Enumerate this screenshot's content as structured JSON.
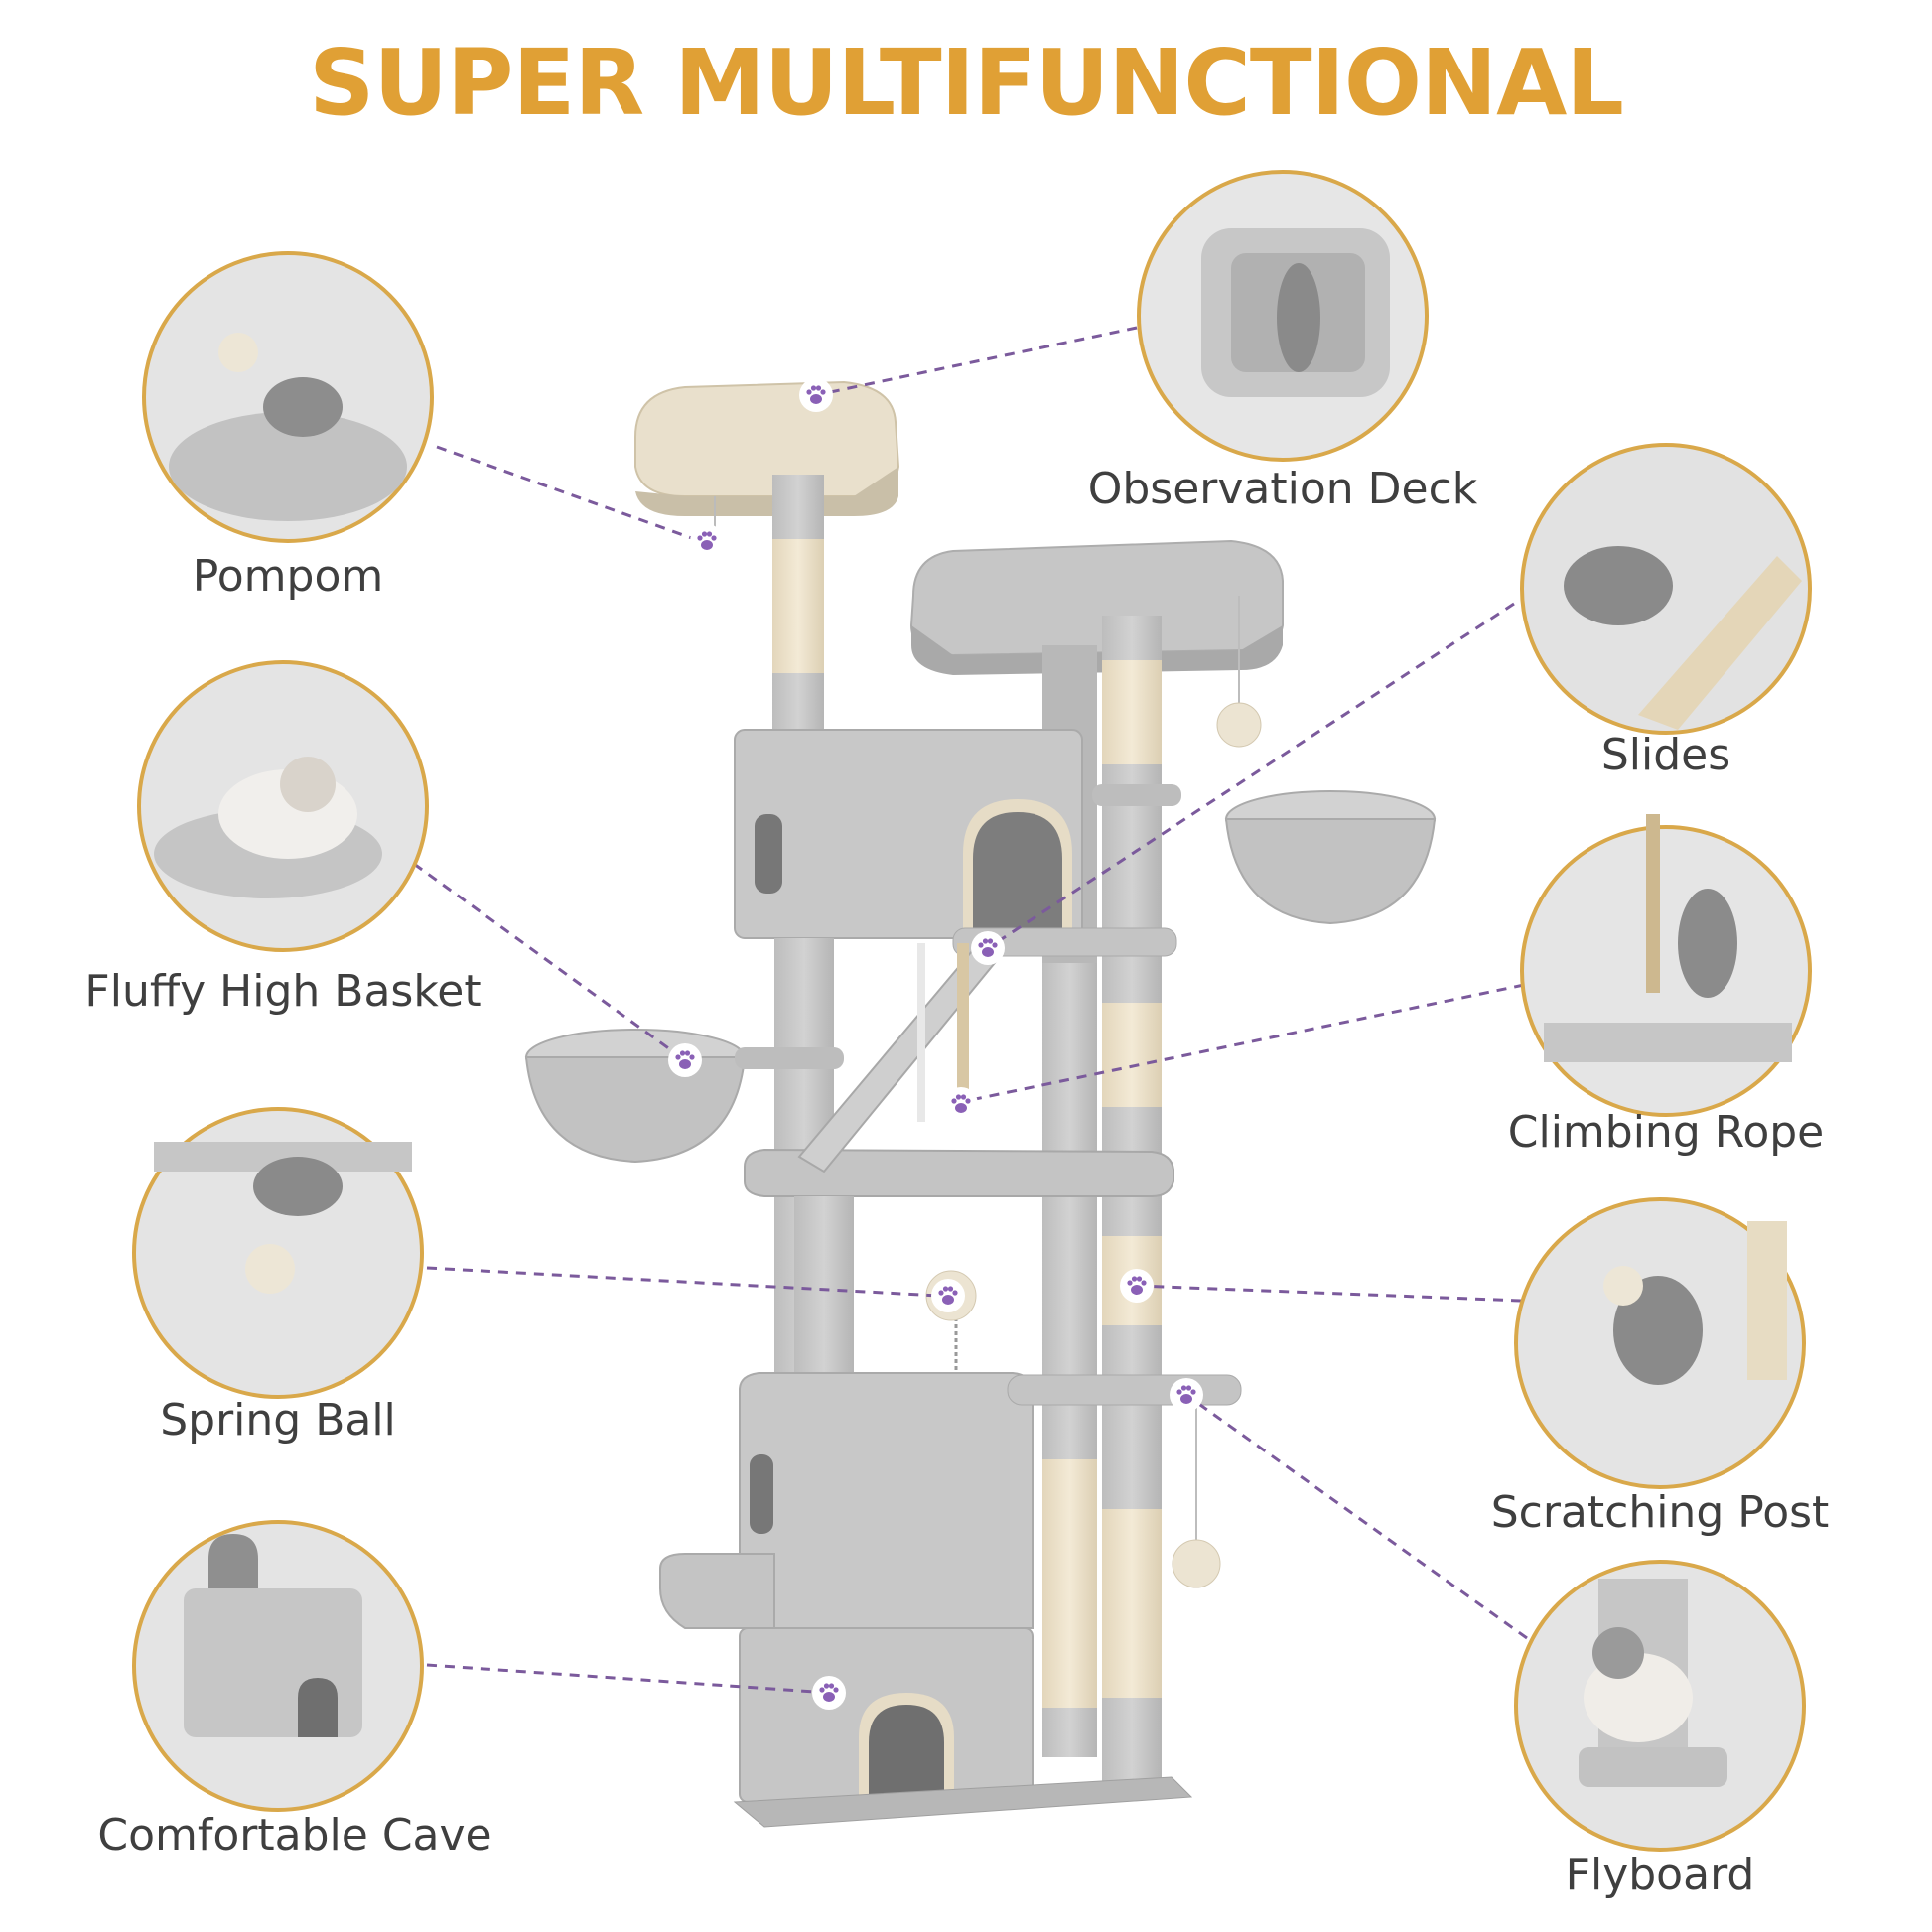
{
  "title": "SUPER MULTIFUNCTIONAL",
  "colors": {
    "title": "#e0a035",
    "circle_border": "#d9a84a",
    "connector": "#7b5a9c",
    "paw": "#8a60b6",
    "plush": "#c9c9c9",
    "plush_dark": "#a9a9a9",
    "sisal": "#efe5cf",
    "beige": "#e9e0cc"
  },
  "features": {
    "pompom": "Pompom",
    "observation_deck": "Observation Deck",
    "slides": "Slides",
    "fluffy_high_basket": "Fluffy High Basket",
    "climbing_rope": "Climbing Rope",
    "spring_ball": "Spring Ball",
    "scratching_post": "Scratching Post",
    "comfortable_cave": "Comfortable Cave",
    "flyboard": "Flyboard"
  }
}
